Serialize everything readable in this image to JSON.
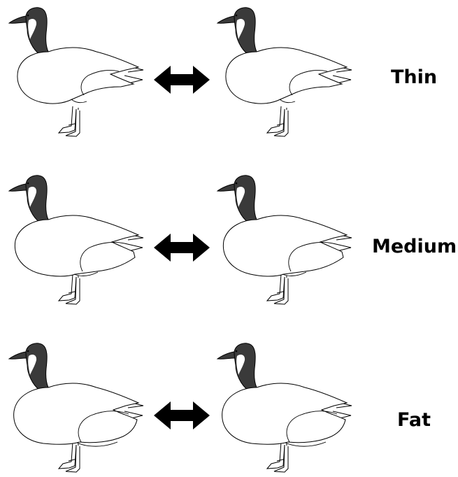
{
  "figure": {
    "rows": [
      {
        "label": "Thin",
        "body_size": "thin"
      },
      {
        "label": "Medium",
        "body_size": "medium"
      },
      {
        "label": "Fat",
        "body_size": "fat"
      }
    ],
    "colors": {
      "outline": "#000000",
      "neck": "#3a3a3a",
      "cheek": "#ffffff",
      "arrow": "#000000"
    },
    "icons": {
      "goose": "goose-outline-icon",
      "arrow": "double-headed-arrow-icon"
    }
  }
}
